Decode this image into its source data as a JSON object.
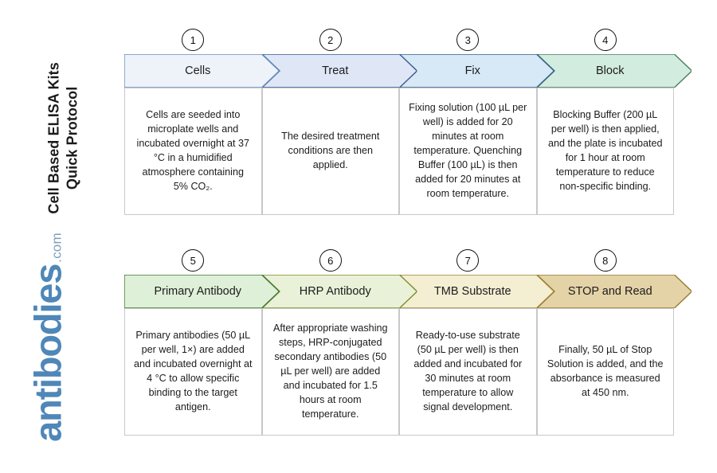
{
  "document": {
    "title_line_1": "Cell Based ELISA Kits",
    "title_line_2": "Quick Protocol",
    "title": "Cell Based ELISA Kits\nQuick Protocol"
  },
  "brand": {
    "name": "antibodies",
    "tld": ".com",
    "color": "#4f87b8",
    "tld_color": "#7e9fba"
  },
  "rows": [
    {
      "id": "row-1",
      "steps": [
        {
          "number": "1",
          "label": "Cells",
          "fill": "#eef3fa",
          "stroke": "#6a8fbe",
          "body": "Cells are seeded into microplate wells and incubated overnight at 37 °C in a humidified atmosphere containing 5% CO₂."
        },
        {
          "number": "2",
          "label": "Treat",
          "fill": "#dfe7f7",
          "stroke": "#39588f",
          "body": "The desired treatment conditions are then applied."
        },
        {
          "number": "3",
          "label": "Fix",
          "fill": "#d7e8f6",
          "stroke": "#35618f",
          "body": "Fixing solution (100 µL per well) is added for 20 minutes at room temperature. Quenching Buffer (100 µL) is then added for 20 minutes at room temperature."
        },
        {
          "number": "4",
          "label": "Block",
          "fill": "#d2ecdf",
          "stroke": "#4d7f62",
          "body": "Blocking Buffer (200 µL per well) is then applied, and the plate is incubated for 1 hour at room temperature to reduce non-specific binding."
        }
      ]
    },
    {
      "id": "row-2",
      "steps": [
        {
          "number": "5",
          "label": "Primary Antibody",
          "fill": "#dff0d8",
          "stroke": "#3f7a32",
          "body": "Primary antibodies (50 µL per well, 1×) are added and incubated overnight at 4 °C to allow specific binding to the target antigen."
        },
        {
          "number": "6",
          "label": "HRP Antibody",
          "fill": "#e9f2d9",
          "stroke": "#7d8c2a",
          "body": "After appropriate washing steps, HRP-conjugated secondary antibodies (50 µL per well) are added and incubated for 1.5 hours at room temperature."
        },
        {
          "number": "7",
          "label": "TMB Substrate",
          "fill": "#f4eed3",
          "stroke": "#9c8436",
          "body": "Ready-to-use substrate (50 µL per well) is then added and incubated for 30 minutes at room temperature to allow signal development."
        },
        {
          "number": "8",
          "label": "STOP and Read",
          "fill": "#e5d3a8",
          "stroke": "#9a7c34",
          "body": "Finally, 50 µL of Stop Solution is added, and the absorbance is measured at 450 nm."
        }
      ]
    }
  ]
}
